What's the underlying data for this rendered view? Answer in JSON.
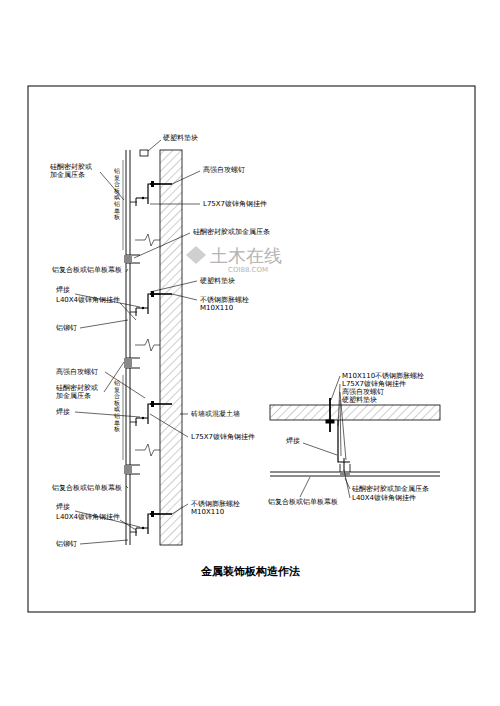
{
  "diagram": {
    "title": "金属装饰板构造作法",
    "labels": [
      "硬塑料垫块",
      "硅酮密封胶或加金属压条",
      "铝复合板或铝单板",
      "高强自攻螺钉",
      "L75X7镀锌角钢挂件",
      "硅酮密封胶或加金属压条",
      "铝复合板或铝单板幕板",
      "硬塑料垫块",
      "焊接",
      "L40X4镀锌角钢挂件",
      "不锈钢膨胀螺栓 M10X110",
      "铝铆钉",
      "铝复合板或铝单板",
      "高强自攻螺钉",
      "硅酮密封胶或加金属压条",
      "焊接",
      "砖墙或混凝土墙",
      "L75X7镀锌角钢挂件",
      "铝复合板或铝单板幕板",
      "焊接",
      "L40X4镀锌角钢挂件",
      "不锈钢膨胀螺栓 M10X110",
      "铝铆钉",
      "M10X110不锈钢膨胀螺栓",
      "L75X7镀锌角钢挂件",
      "高强自攻螺钉",
      "硬塑料垫块",
      "焊接",
      "铝复合板或铝单板幕板",
      "硅酮密封胶或加金属压条",
      "L40X4镀锌角钢挂件",
      "土木在线",
      "COI88.COM"
    ]
  }
}
